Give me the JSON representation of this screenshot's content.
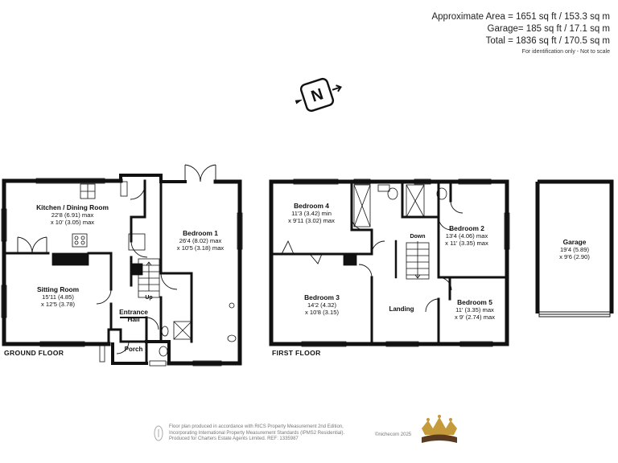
{
  "areas": {
    "approximate": "Approximate Area = 1651 sq ft / 153.3 sq m",
    "garage": "Garage= 185 sq ft / 17.1 sq m",
    "total": "Total = 1836 sq ft / 170.5 sq m",
    "note": "For identification only - Not to scale"
  },
  "compass": {
    "letter": "N"
  },
  "ground_floor": {
    "label": "GROUND FLOOR",
    "kitchen": {
      "name": "Kitchen / Dining Room",
      "dim1": "22'8 (6.91) max",
      "dim2": "x 10' (3.05) max"
    },
    "sitting": {
      "name": "Sitting Room",
      "dim1": "15'11 (4.85)",
      "dim2": "x 12'5 (3.78)"
    },
    "bedroom1": {
      "name": "Bedroom 1",
      "dim1": "26'4 (8.02) max",
      "dim2": "x 10'5 (3.18) max"
    },
    "entrance": {
      "line1": "Entrance",
      "line2": "Hall"
    },
    "porch": "Porch",
    "up": "Up"
  },
  "first_floor": {
    "label": "FIRST FLOOR",
    "bedroom4": {
      "name": "Bedroom 4",
      "dim1": "11'3 (3.42) min",
      "dim2": "x 9'11 (3.02) max"
    },
    "bedroom3": {
      "name": "Bedroom 3",
      "dim1": "14'2 (4.32)",
      "dim2": "x 10'8 (3.15)"
    },
    "bedroom2": {
      "name": "Bedroom 2",
      "dim1": "13'4 (4.06) max",
      "dim2": "x 11' (3.35) max"
    },
    "bedroom5": {
      "name": "Bedroom 5",
      "dim1": "11' (3.35) max",
      "dim2": "x 9' (2.74) max"
    },
    "landing": "Landing",
    "down": "Down"
  },
  "garage": {
    "name": "Garage",
    "dim1": "19'4 (5.89)",
    "dim2": "x 9'6 (2.90)"
  },
  "footer": {
    "line1": "Floor plan produced in accordance with RICS Property Measurement 2nd Edition,",
    "line2": "Incorporating International Property Measurement Standards (IPMS2 Residential).",
    "line3": "Produced for Charters Estate Agents Limited.   REF: 1335987",
    "copyright": "©nichecom 2025"
  }
}
